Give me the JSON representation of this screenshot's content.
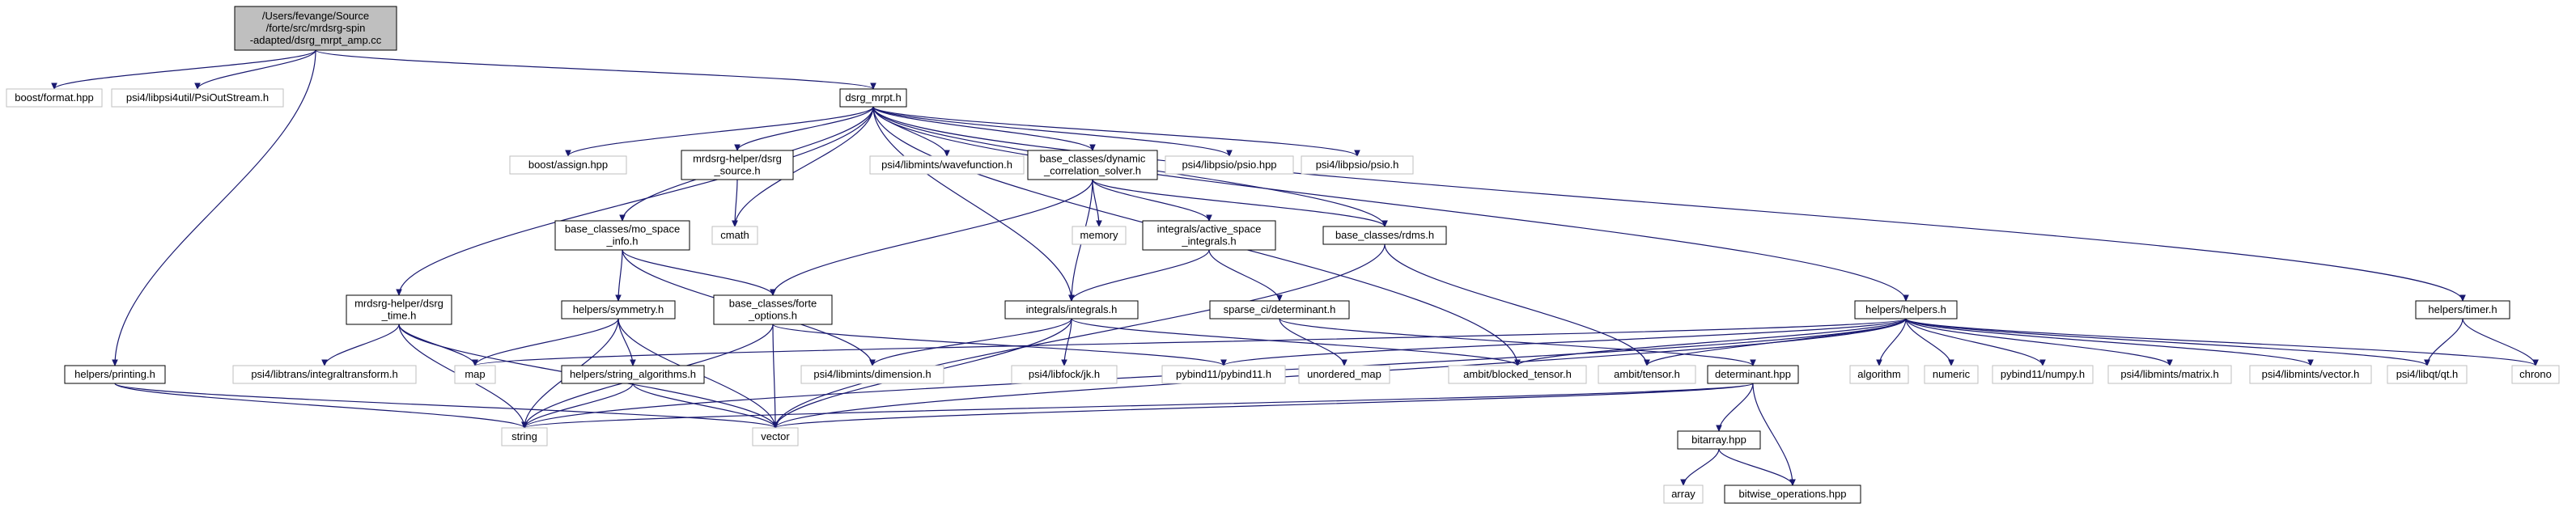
{
  "colors": {
    "edge": "#191970",
    "root_fill": "#bfbfbf",
    "node_border_file": "#000000",
    "node_border_system": "#bfbfbf"
  },
  "nodes": [
    {
      "id": "root",
      "kind": "root",
      "lines": [
        "/Users/fevange/Source",
        "/forte/src/mrdsrg-spin",
        "-adapted/dsrg_mrpt_amp.cc"
      ]
    },
    {
      "id": "boost_format",
      "kind": "system",
      "lines": [
        "boost/format.hpp"
      ]
    },
    {
      "id": "psioutstream",
      "kind": "system",
      "lines": [
        "psi4/libpsi4util/PsiOutStream.h"
      ]
    },
    {
      "id": "dsrg_mrpt",
      "kind": "file",
      "lines": [
        "dsrg_mrpt.h"
      ]
    },
    {
      "id": "boost_assign",
      "kind": "system",
      "lines": [
        "boost/assign.hpp"
      ]
    },
    {
      "id": "mrdsrg_source",
      "kind": "file",
      "lines": [
        "mrdsrg-helper/dsrg",
        "_source.h"
      ]
    },
    {
      "id": "wavefunction",
      "kind": "system",
      "lines": [
        "psi4/libmints/wavefunction.h"
      ]
    },
    {
      "id": "dyn_corr",
      "kind": "file",
      "lines": [
        "base_classes/dynamic",
        "_correlation_solver.h"
      ]
    },
    {
      "id": "psio_hpp",
      "kind": "system",
      "lines": [
        "psi4/libpsio/psio.hpp"
      ]
    },
    {
      "id": "psio_h",
      "kind": "system",
      "lines": [
        "psi4/libpsio/psio.h"
      ]
    },
    {
      "id": "cmath",
      "kind": "system",
      "lines": [
        "cmath"
      ]
    },
    {
      "id": "memory",
      "kind": "system",
      "lines": [
        "memory"
      ]
    },
    {
      "id": "mo_space",
      "kind": "file",
      "lines": [
        "base_classes/mo_space",
        "_info.h"
      ]
    },
    {
      "id": "active_space",
      "kind": "file",
      "lines": [
        "integrals/active_space",
        "_integrals.h"
      ]
    },
    {
      "id": "rdms",
      "kind": "file",
      "lines": [
        "base_classes/rdms.h"
      ]
    },
    {
      "id": "mrdsrg_time",
      "kind": "file",
      "lines": [
        "mrdsrg-helper/dsrg",
        "_time.h"
      ]
    },
    {
      "id": "symmetry",
      "kind": "file",
      "lines": [
        "helpers/symmetry.h"
      ]
    },
    {
      "id": "forte_options",
      "kind": "file",
      "lines": [
        "base_classes/forte",
        "_options.h"
      ]
    },
    {
      "id": "integrals",
      "kind": "file",
      "lines": [
        "integrals/integrals.h"
      ]
    },
    {
      "id": "determinant_h",
      "kind": "file",
      "lines": [
        "sparse_ci/determinant.h"
      ]
    },
    {
      "id": "helpers",
      "kind": "file",
      "lines": [
        "helpers/helpers.h"
      ]
    },
    {
      "id": "timer",
      "kind": "file",
      "lines": [
        "helpers/timer.h"
      ]
    },
    {
      "id": "printing",
      "kind": "file",
      "lines": [
        "helpers/printing.h"
      ]
    },
    {
      "id": "integraltransform",
      "kind": "system",
      "lines": [
        "psi4/libtrans/integraltransform.h"
      ]
    },
    {
      "id": "map",
      "kind": "system",
      "lines": [
        "map"
      ]
    },
    {
      "id": "string_algorithms",
      "kind": "file",
      "lines": [
        "helpers/string_algorithms.h"
      ]
    },
    {
      "id": "dimension",
      "kind": "system",
      "lines": [
        "psi4/libmints/dimension.h"
      ]
    },
    {
      "id": "jk",
      "kind": "system",
      "lines": [
        "psi4/libfock/jk.h"
      ]
    },
    {
      "id": "pybind11",
      "kind": "system",
      "lines": [
        "pybind11/pybind11.h"
      ]
    },
    {
      "id": "unordered_map",
      "kind": "system",
      "lines": [
        "unordered_map"
      ]
    },
    {
      "id": "blocked_tensor",
      "kind": "system",
      "lines": [
        "ambit/blocked_tensor.h"
      ]
    },
    {
      "id": "tensor",
      "kind": "system",
      "lines": [
        "ambit/tensor.h"
      ]
    },
    {
      "id": "determinant_hpp",
      "kind": "file",
      "lines": [
        "determinant.hpp"
      ]
    },
    {
      "id": "algorithm",
      "kind": "system",
      "lines": [
        "algorithm"
      ]
    },
    {
      "id": "numeric",
      "kind": "system",
      "lines": [
        "numeric"
      ]
    },
    {
      "id": "numpy",
      "kind": "system",
      "lines": [
        "pybind11/numpy.h"
      ]
    },
    {
      "id": "matrix",
      "kind": "system",
      "lines": [
        "psi4/libmints/matrix.h"
      ]
    },
    {
      "id": "vector_h",
      "kind": "system",
      "lines": [
        "psi4/libmints/vector.h"
      ]
    },
    {
      "id": "qt",
      "kind": "system",
      "lines": [
        "psi4/libqt/qt.h"
      ]
    },
    {
      "id": "chrono",
      "kind": "system",
      "lines": [
        "chrono"
      ]
    },
    {
      "id": "string",
      "kind": "system",
      "lines": [
        "string"
      ]
    },
    {
      "id": "vector",
      "kind": "system",
      "lines": [
        "vector"
      ]
    },
    {
      "id": "bitarray",
      "kind": "file",
      "lines": [
        "bitarray.hpp"
      ]
    },
    {
      "id": "array",
      "kind": "system",
      "lines": [
        "array"
      ]
    },
    {
      "id": "bitwise",
      "kind": "file",
      "lines": [
        "bitwise_operations.hpp"
      ]
    }
  ],
  "edges": [
    [
      "root",
      "boost_format"
    ],
    [
      "root",
      "psioutstream"
    ],
    [
      "root",
      "dsrg_mrpt"
    ],
    [
      "root",
      "printing"
    ],
    [
      "dsrg_mrpt",
      "boost_assign"
    ],
    [
      "dsrg_mrpt",
      "mrdsrg_source"
    ],
    [
      "dsrg_mrpt",
      "wavefunction"
    ],
    [
      "dsrg_mrpt",
      "dyn_corr"
    ],
    [
      "dsrg_mrpt",
      "psio_hpp"
    ],
    [
      "dsrg_mrpt",
      "psio_h"
    ],
    [
      "dsrg_mrpt",
      "cmath"
    ],
    [
      "dsrg_mrpt",
      "mo_space"
    ],
    [
      "dsrg_mrpt",
      "rdms"
    ],
    [
      "dsrg_mrpt",
      "mrdsrg_time"
    ],
    [
      "dsrg_mrpt",
      "integrals"
    ],
    [
      "dsrg_mrpt",
      "helpers"
    ],
    [
      "dsrg_mrpt",
      "timer"
    ],
    [
      "dsrg_mrpt",
      "blocked_tensor"
    ],
    [
      "mrdsrg_source",
      "cmath"
    ],
    [
      "dyn_corr",
      "memory"
    ],
    [
      "dyn_corr",
      "active_space"
    ],
    [
      "dyn_corr",
      "rdms"
    ],
    [
      "dyn_corr",
      "forte_options"
    ],
    [
      "dyn_corr",
      "integrals"
    ],
    [
      "mo_space",
      "symmetry"
    ],
    [
      "mo_space",
      "forte_options"
    ],
    [
      "mo_space",
      "dimension"
    ],
    [
      "active_space",
      "integrals"
    ],
    [
      "active_space",
      "determinant_h"
    ],
    [
      "rdms",
      "tensor"
    ],
    [
      "rdms",
      "vector"
    ],
    [
      "mrdsrg_time",
      "map"
    ],
    [
      "mrdsrg_time",
      "string"
    ],
    [
      "mrdsrg_time",
      "vector"
    ],
    [
      "mrdsrg_time",
      "integraltransform"
    ],
    [
      "symmetry",
      "map"
    ],
    [
      "symmetry",
      "string_algorithms"
    ],
    [
      "symmetry",
      "string"
    ],
    [
      "symmetry",
      "vector"
    ],
    [
      "forte_options",
      "string"
    ],
    [
      "forte_options",
      "vector"
    ],
    [
      "forte_options",
      "pybind11"
    ],
    [
      "integrals",
      "dimension"
    ],
    [
      "integrals",
      "jk"
    ],
    [
      "integrals",
      "blocked_tensor"
    ],
    [
      "integrals",
      "vector"
    ],
    [
      "determinant_h",
      "unordered_map"
    ],
    [
      "determinant_h",
      "determinant_hpp"
    ],
    [
      "helpers",
      "map"
    ],
    [
      "helpers",
      "pybind11"
    ],
    [
      "helpers",
      "blocked_tensor"
    ],
    [
      "helpers",
      "tensor"
    ],
    [
      "helpers",
      "string"
    ],
    [
      "helpers",
      "vector"
    ],
    [
      "helpers",
      "algorithm"
    ],
    [
      "helpers",
      "numeric"
    ],
    [
      "helpers",
      "numpy"
    ],
    [
      "helpers",
      "matrix"
    ],
    [
      "helpers",
      "vector_h"
    ],
    [
      "helpers",
      "qt"
    ],
    [
      "helpers",
      "chrono"
    ],
    [
      "timer",
      "qt"
    ],
    [
      "timer",
      "chrono"
    ],
    [
      "printing",
      "string"
    ],
    [
      "printing",
      "vector"
    ],
    [
      "string_algorithms",
      "string"
    ],
    [
      "string_algorithms",
      "vector"
    ],
    [
      "determinant_hpp",
      "string"
    ],
    [
      "determinant_hpp",
      "vector"
    ],
    [
      "determinant_hpp",
      "bitarray"
    ],
    [
      "determinant_hpp",
      "bitwise"
    ],
    [
      "bitarray",
      "array"
    ],
    [
      "bitarray",
      "bitwise"
    ]
  ]
}
